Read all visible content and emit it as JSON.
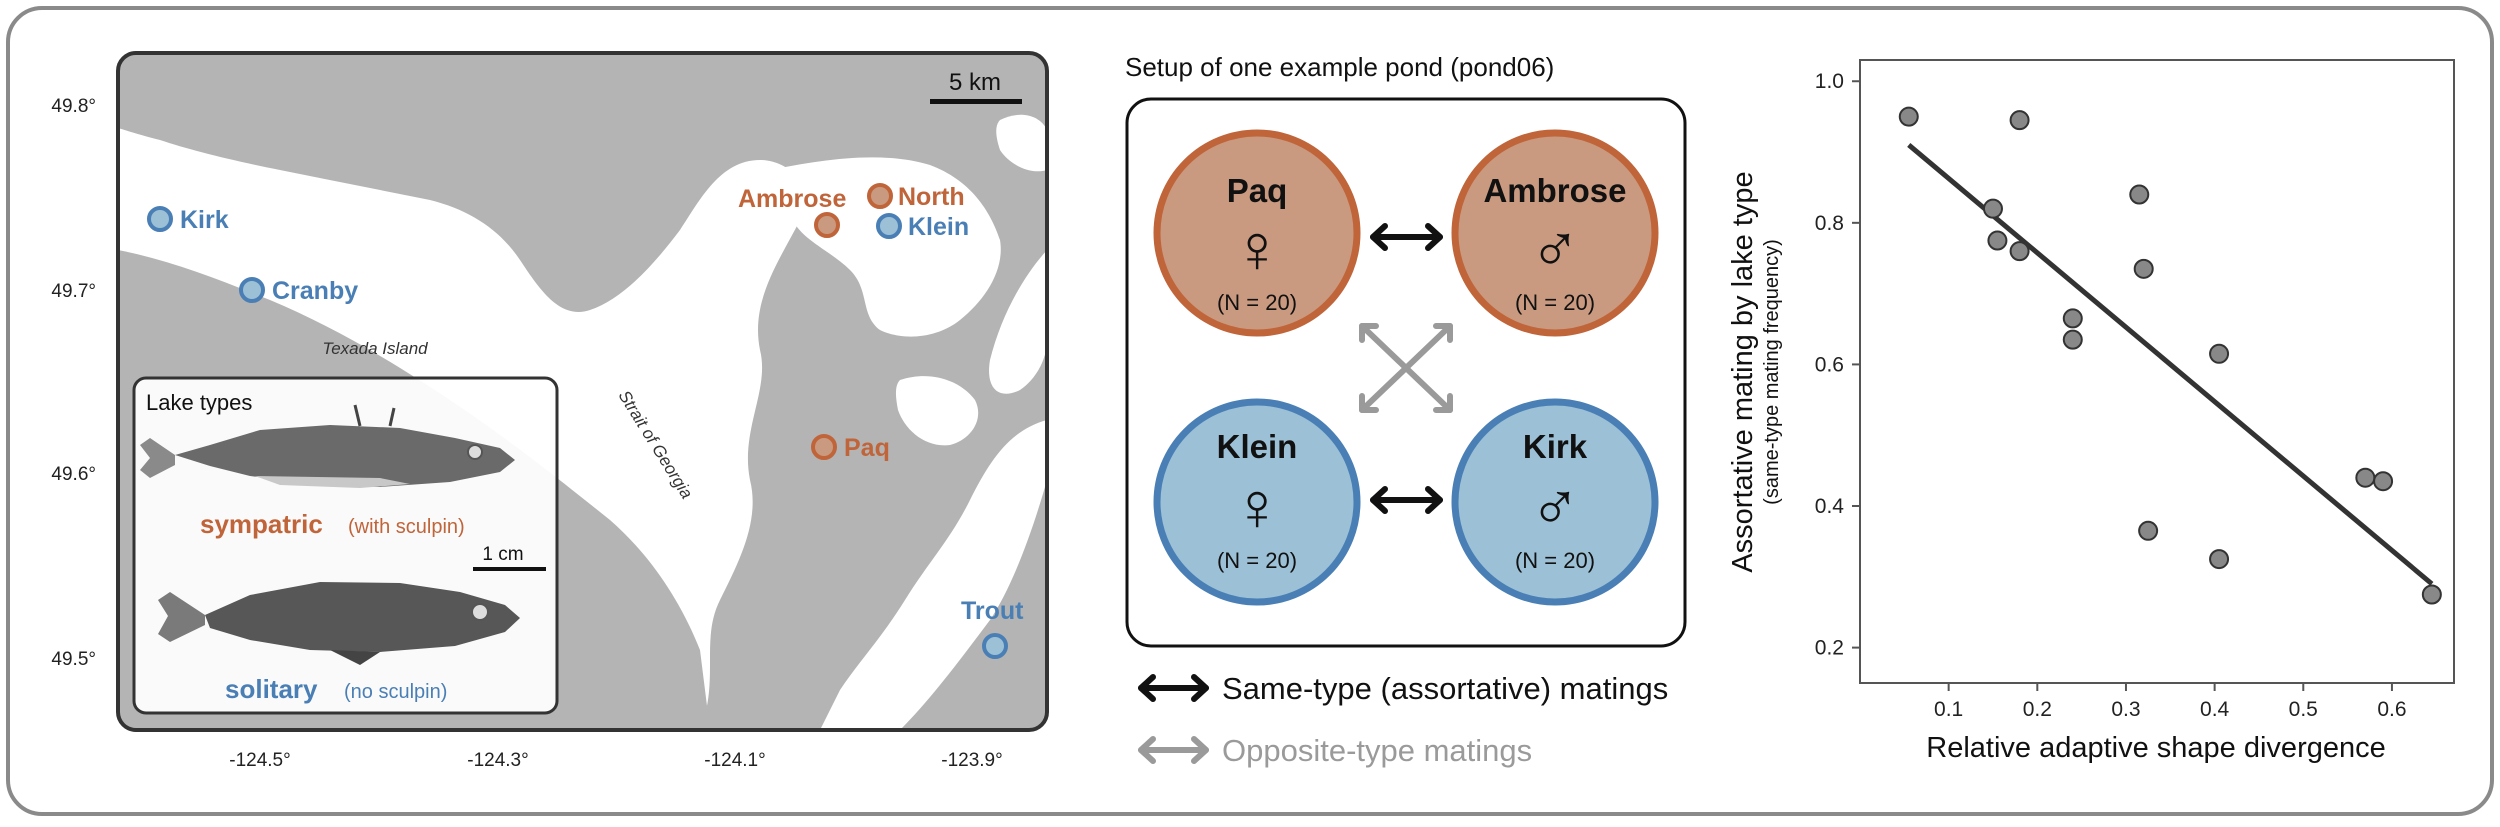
{
  "map": {
    "lat_ticks": [
      "49.8°",
      "49.7°",
      "49.6°",
      "49.5°"
    ],
    "lon_ticks": [
      "-124.5°",
      "-124.3°",
      "-124.1°",
      "-123.9°"
    ],
    "scale_label": "5 km",
    "island_label": "Texada Island",
    "strait_label": "Strait of Georgia",
    "lakes": [
      {
        "name": "Kirk",
        "type": "solitary"
      },
      {
        "name": "Cranby",
        "type": "solitary"
      },
      {
        "name": "Ambrose",
        "type": "sympatric"
      },
      {
        "name": "North",
        "type": "sympatric"
      },
      {
        "name": "Klein",
        "type": "solitary"
      },
      {
        "name": "Paq",
        "type": "sympatric"
      },
      {
        "name": "Trout",
        "type": "solitary"
      }
    ],
    "inset": {
      "title": "Lake types",
      "sympatric_label": "sympatric",
      "sympatric_note": "(with sculpin)",
      "scale_label": "1 cm",
      "solitary_label": "solitary",
      "solitary_note": "(no sculpin)"
    }
  },
  "pond": {
    "title": "Setup of one example pond (pond06)",
    "nodes": [
      {
        "name": "Paq",
        "symbol": "♀",
        "n": "(N = 20)"
      },
      {
        "name": "Ambrose",
        "symbol": "♂",
        "n": "(N = 20)"
      },
      {
        "name": "Klein",
        "symbol": "♀",
        "n": "(N = 20)"
      },
      {
        "name": "Kirk",
        "symbol": "♂",
        "n": "(N = 20)"
      }
    ],
    "legend_same": "Same-type (assortative) matings",
    "legend_opposite": "Opposite-type matings"
  },
  "colors": {
    "sympatric": "#c0643a",
    "sympatric_fill": "#c99a80",
    "solitary": "#4a7fb5",
    "solitary_fill": "#9cc0d6",
    "land": "#b4b4b4",
    "water": "#ffffff"
  },
  "chart_data": {
    "type": "scatter",
    "xlabel": "Relative adaptive shape divergence",
    "ylabel": "Assortative mating by lake type",
    "ylabel_sub": "(same-type mating frequency)",
    "xlim": [
      0.0,
      0.67
    ],
    "ylim": [
      0.15,
      1.03
    ],
    "xticks": [
      0.1,
      0.2,
      0.3,
      0.4,
      0.5,
      0.6
    ],
    "yticks": [
      0.2,
      0.4,
      0.6,
      0.8,
      1.0
    ],
    "points": [
      {
        "x": 0.055,
        "y": 0.95
      },
      {
        "x": 0.18,
        "y": 0.945
      },
      {
        "x": 0.15,
        "y": 0.82
      },
      {
        "x": 0.155,
        "y": 0.775
      },
      {
        "x": 0.18,
        "y": 0.76
      },
      {
        "x": 0.24,
        "y": 0.665
      },
      {
        "x": 0.24,
        "y": 0.635
      },
      {
        "x": 0.315,
        "y": 0.84
      },
      {
        "x": 0.32,
        "y": 0.735
      },
      {
        "x": 0.325,
        "y": 0.365
      },
      {
        "x": 0.405,
        "y": 0.615
      },
      {
        "x": 0.405,
        "y": 0.325
      },
      {
        "x": 0.57,
        "y": 0.44
      },
      {
        "x": 0.59,
        "y": 0.435
      },
      {
        "x": 0.645,
        "y": 0.275
      }
    ],
    "fit": {
      "x": [
        0.055,
        0.645
      ],
      "y": [
        0.91,
        0.29
      ]
    },
    "grid": false
  }
}
